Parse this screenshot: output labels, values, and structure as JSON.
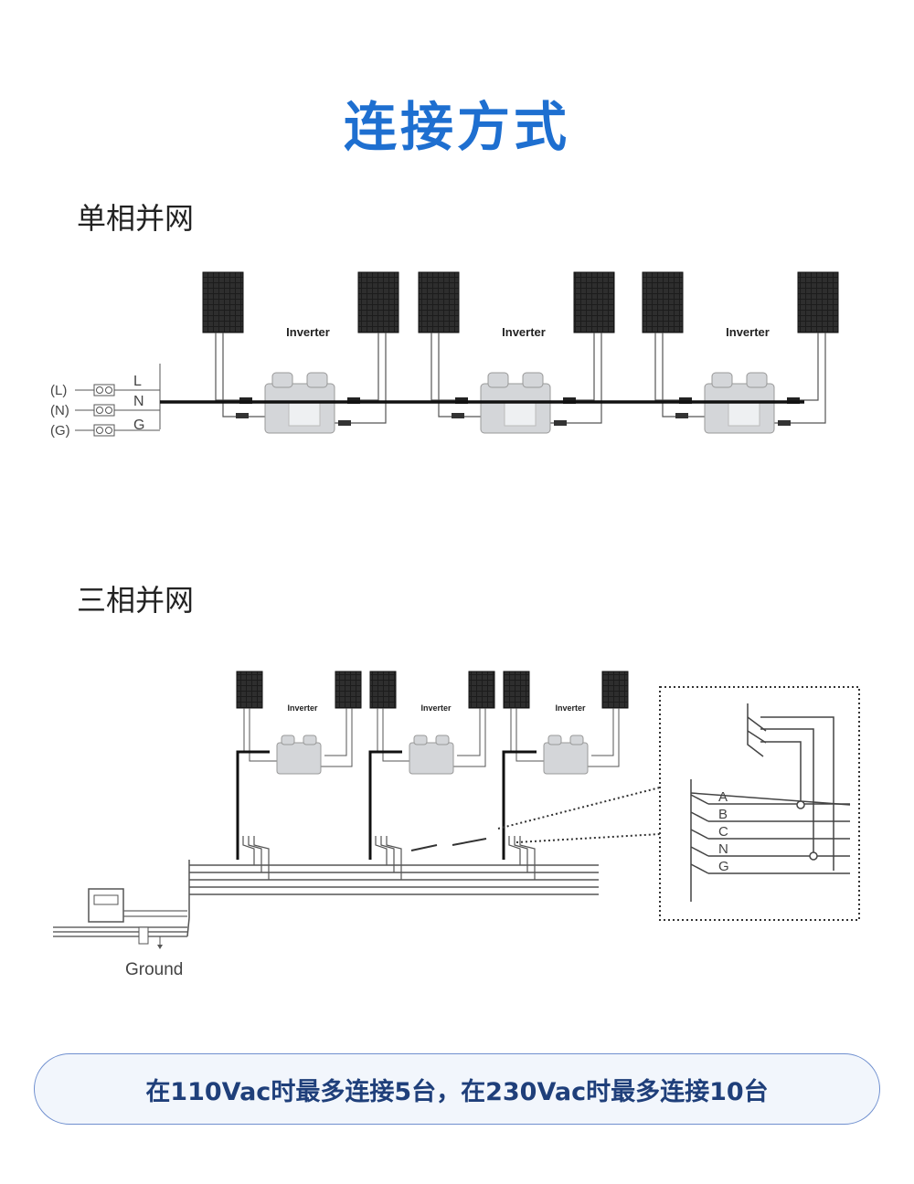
{
  "title": "连接方式",
  "single_phase": {
    "title": "单相并网",
    "inverter_label": "Inverter",
    "grid_labels": [
      {
        "prefix": "(L)",
        "letter": "L"
      },
      {
        "prefix": "(N)",
        "letter": "N"
      },
      {
        "prefix": "(G)",
        "letter": "G"
      }
    ]
  },
  "three_phase": {
    "title": "三相并网",
    "inverter_label": "Inverter",
    "ground_label": "Ground",
    "line_labels": [
      "A",
      "B",
      "C",
      "N",
      "G"
    ]
  },
  "note": "在110Vac时最多连接5台，在230Vac时最多连接10台",
  "colors": {
    "title": "#1e6fd0",
    "note_border": "#6f8fcf",
    "note_text": "#1f3f7a",
    "panel": "#1c1c1c",
    "inverter": "#d4d6d9"
  }
}
